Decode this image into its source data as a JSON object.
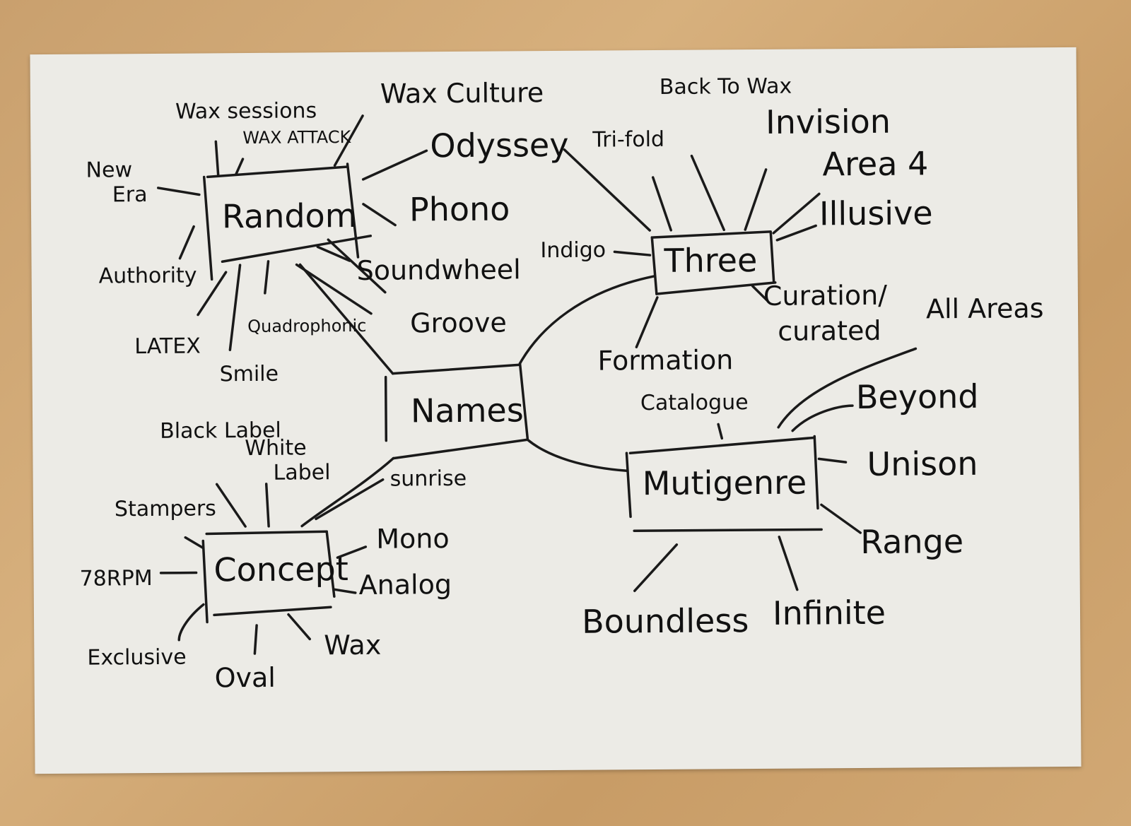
{
  "center": "Names",
  "branches": {
    "random": {
      "title": "Random",
      "items": [
        "Wax sessions",
        "WAX ATTACK",
        "Wax Culture",
        "Odyssey",
        "Phono",
        "New",
        "Era",
        "Authority",
        "LATEX",
        "Smile",
        "Quadrophonic",
        "Soundwheel",
        "Groove"
      ]
    },
    "three": {
      "title": "Three",
      "items": [
        "Back To Wax",
        "Tri-fold",
        "Invision",
        "Area 4",
        "Illusive",
        "Indigo",
        "Curation/",
        "curated",
        "Formation"
      ]
    },
    "concept": {
      "title": "Concept",
      "items": [
        "Black Label",
        "White",
        "Label",
        "Stampers",
        "78RPM",
        "Exclusive",
        "Oval",
        "Wax",
        "Mono",
        "Analog",
        "sunrise"
      ]
    },
    "multigenre": {
      "title": "Mutigenre",
      "items": [
        "Catalogue",
        "All Areas",
        "Beyond",
        "Unison",
        "Range",
        "Infinite",
        "Boundless"
      ]
    }
  },
  "colors": {
    "ink": "#1a1a1a",
    "paper": "#ecebe6",
    "table": "#c9a06e"
  }
}
